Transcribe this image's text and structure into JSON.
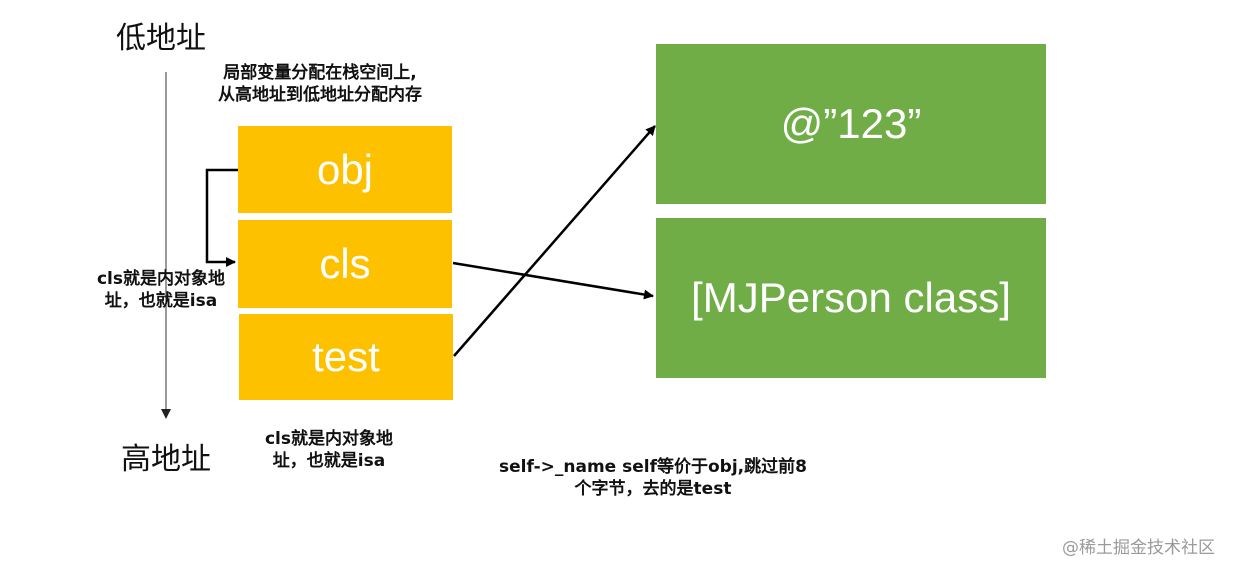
{
  "labels": {
    "low_address": "低地址",
    "high_address": "高地址"
  },
  "notes": {
    "stack_alloc_line1": "局部变量分配在栈空间上,",
    "stack_alloc_line2": "从高地址到低地址分配内存",
    "cls_left_line1": "cls就是内对象地",
    "cls_left_line2": "址，也就是isa",
    "cls_bottom_line1": "cls就是内对象地",
    "cls_bottom_line2": "址，也就是isa",
    "self_name_line1": "self->_name self等价于obj,跳过前8",
    "self_name_line2": "个字节，去的是test"
  },
  "stack": {
    "color": "#fdc100",
    "items": [
      {
        "label": "obj"
      },
      {
        "label": "cls"
      },
      {
        "label": "test"
      }
    ]
  },
  "heap": {
    "color": "#70ad47",
    "items": [
      {
        "label": "@”123”"
      },
      {
        "label": "[MJPerson class]"
      }
    ]
  },
  "arrows": [
    {
      "from": "obj",
      "to": "cls",
      "style": "elbow"
    },
    {
      "from": "cls",
      "to": "[MJPerson class]"
    },
    {
      "from": "test",
      "to": "@”123”"
    },
    {
      "from": "低地址",
      "to": "高地址",
      "style": "address-axis"
    }
  ],
  "watermark": "@稀土掘金技术社区"
}
